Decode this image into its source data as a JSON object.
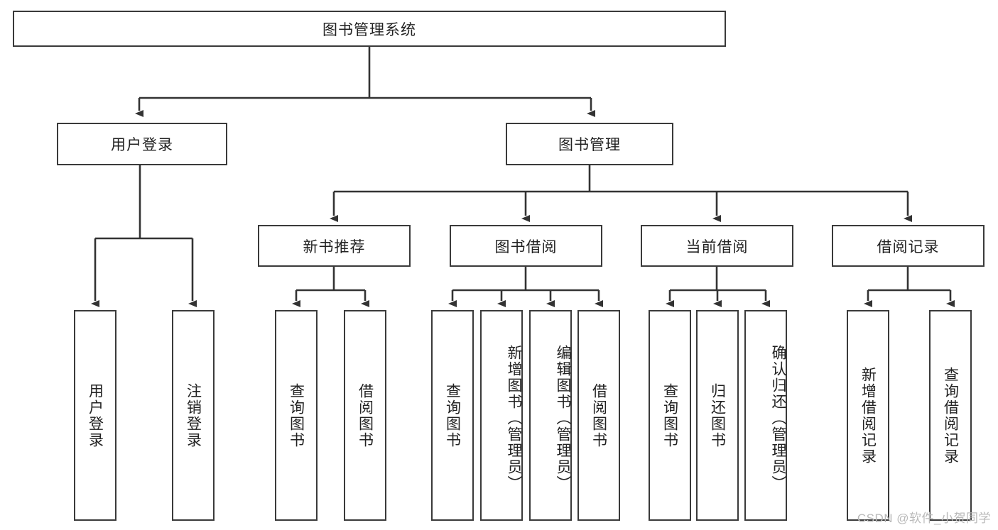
{
  "diagram": {
    "type": "hierarchy-tree",
    "title_node": "图书管理系统",
    "watermark": "CSDN @软件_小贺同学",
    "colors": {
      "box_border": "#3a3a3a",
      "box_fill": "#ffffff",
      "connector": "#333333",
      "text": "#222222",
      "watermark": "#b9b9b9"
    },
    "nodes": {
      "root": {
        "label": "图书管理系统",
        "level": 1,
        "orientation": "horizontal"
      },
      "user_login": {
        "label": "用户登录",
        "level": 2,
        "orientation": "horizontal"
      },
      "book_manage": {
        "label": "图书管理",
        "level": 2,
        "orientation": "horizontal"
      },
      "new_book_rec": {
        "label": "新书推荐",
        "level": 3,
        "orientation": "horizontal"
      },
      "book_borrow": {
        "label": "图书借阅",
        "level": 3,
        "orientation": "horizontal"
      },
      "current_borrow": {
        "label": "当前借阅",
        "level": 3,
        "orientation": "horizontal"
      },
      "borrow_record": {
        "label": "借阅记录",
        "level": 3,
        "orientation": "horizontal"
      },
      "leaf_user_login": {
        "label": "用户登录",
        "level": 3,
        "orientation": "vertical"
      },
      "leaf_logout": {
        "label": "注销登录",
        "level": 3,
        "orientation": "vertical"
      },
      "leaf_query_book_a": {
        "label": "查询图书",
        "level": 4,
        "orientation": "vertical"
      },
      "leaf_borrow_book_a": {
        "label": "借阅图书",
        "level": 4,
        "orientation": "vertical"
      },
      "leaf_query_book_b": {
        "label": "查询图书",
        "level": 4,
        "orientation": "vertical"
      },
      "leaf_add_book": {
        "label": "新增图书（管理员）",
        "level": 4,
        "orientation": "vertical"
      },
      "leaf_edit_book": {
        "label": "编辑图书（管理员）",
        "level": 4,
        "orientation": "vertical"
      },
      "leaf_borrow_book_b": {
        "label": "借阅图书",
        "level": 4,
        "orientation": "vertical"
      },
      "leaf_query_book_c": {
        "label": "查询图书",
        "level": 4,
        "orientation": "vertical"
      },
      "leaf_return_book": {
        "label": "归还图书",
        "level": 4,
        "orientation": "vertical"
      },
      "leaf_confirm_return": {
        "label": "确认归还（管理员）",
        "level": 4,
        "orientation": "vertical"
      },
      "leaf_add_record": {
        "label": "新增借阅记录",
        "level": 4,
        "orientation": "vertical"
      },
      "leaf_query_record": {
        "label": "查询借阅记录",
        "level": 4,
        "orientation": "vertical"
      }
    },
    "edges": [
      {
        "from": "root",
        "to": "user_login"
      },
      {
        "from": "root",
        "to": "book_manage"
      },
      {
        "from": "user_login",
        "to": "leaf_user_login"
      },
      {
        "from": "user_login",
        "to": "leaf_logout"
      },
      {
        "from": "book_manage",
        "to": "new_book_rec"
      },
      {
        "from": "book_manage",
        "to": "book_borrow"
      },
      {
        "from": "book_manage",
        "to": "current_borrow"
      },
      {
        "from": "book_manage",
        "to": "borrow_record"
      },
      {
        "from": "new_book_rec",
        "to": "leaf_query_book_a"
      },
      {
        "from": "new_book_rec",
        "to": "leaf_borrow_book_a"
      },
      {
        "from": "book_borrow",
        "to": "leaf_query_book_b"
      },
      {
        "from": "book_borrow",
        "to": "leaf_add_book"
      },
      {
        "from": "book_borrow",
        "to": "leaf_edit_book"
      },
      {
        "from": "book_borrow",
        "to": "leaf_borrow_book_b"
      },
      {
        "from": "current_borrow",
        "to": "leaf_query_book_c"
      },
      {
        "from": "current_borrow",
        "to": "leaf_return_book"
      },
      {
        "from": "current_borrow",
        "to": "leaf_confirm_return"
      },
      {
        "from": "borrow_record",
        "to": "leaf_add_record"
      },
      {
        "from": "borrow_record",
        "to": "leaf_query_record"
      }
    ]
  }
}
